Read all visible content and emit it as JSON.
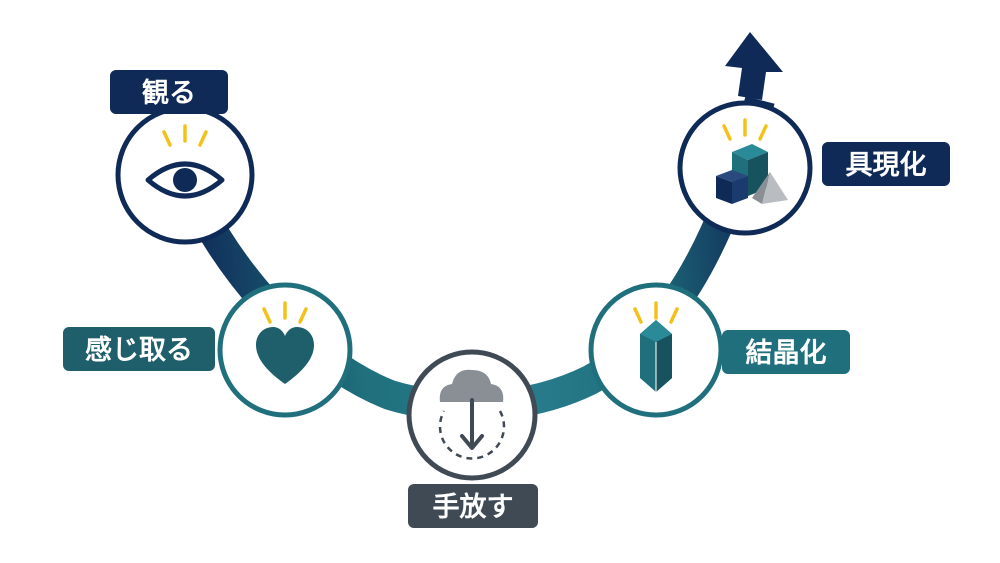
{
  "colors": {
    "navy": "#0f2a57",
    "teal_dark": "#1f5f6b",
    "teal": "#1f6f7c",
    "slate": "#3f4a55",
    "cloud_gray": "#8a8f96",
    "spark": "#f2c21b",
    "stone_light": "#b9bdc2"
  },
  "steps": [
    {
      "key": "observe",
      "label": "観る",
      "icon": "eye-icon"
    },
    {
      "key": "feel",
      "label": "感じ取る",
      "icon": "heart-icon"
    },
    {
      "key": "let_go",
      "label": "手放す",
      "icon": "cloud-download-icon"
    },
    {
      "key": "crystallize",
      "label": "結晶化",
      "icon": "crystal-icon"
    },
    {
      "key": "realize",
      "label": "具現化",
      "icon": "blocks-icon"
    }
  ]
}
